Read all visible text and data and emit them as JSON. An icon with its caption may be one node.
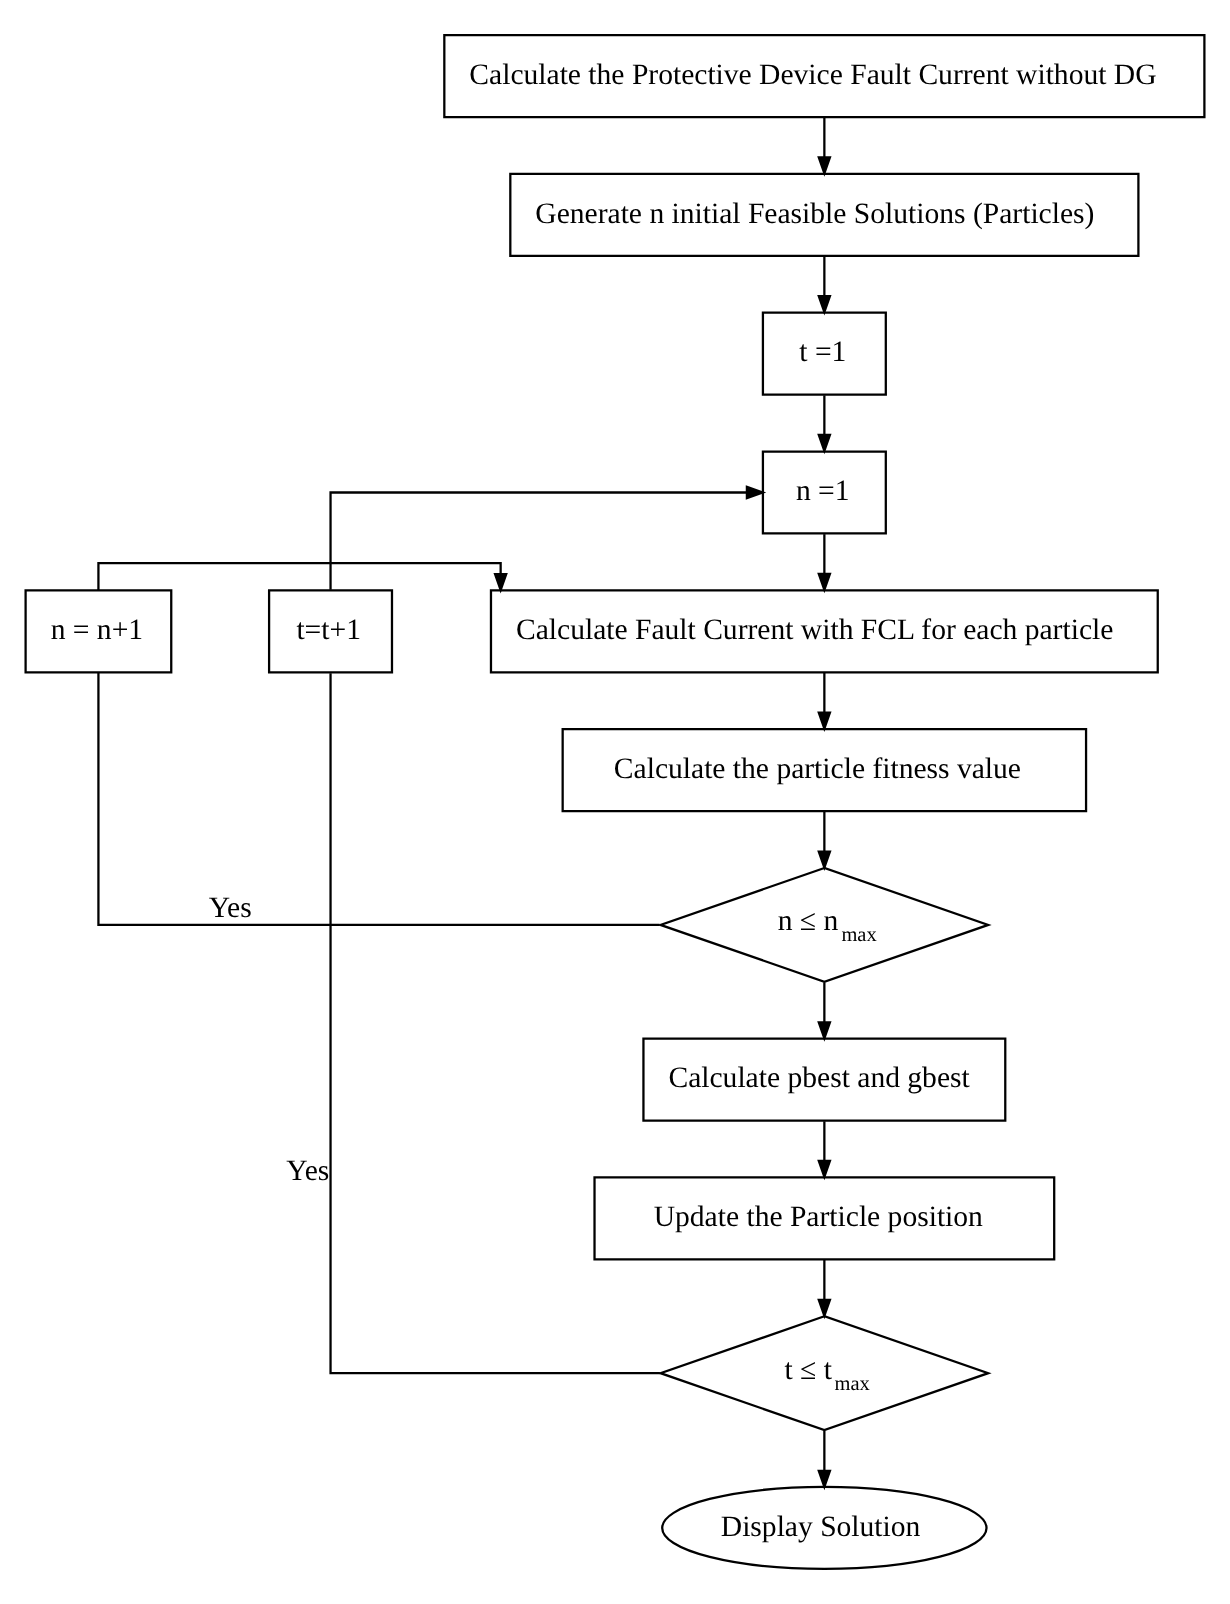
{
  "diagram": {
    "nodes": [
      {
        "text": [
          "Calculate the Protective Device Fault Current without DG"
        ]
      },
      {
        "text": [
          "Generate n initial Feasible Solutions (Particles)"
        ]
      },
      {
        "text": [
          "t =1"
        ]
      },
      {
        "text": [
          "n =1"
        ]
      },
      {
        "text": [
          "Calculate Fault Current with FCL for each particle"
        ]
      },
      {
        "text": [
          "Calculate the particle fitness value"
        ]
      },
      {
        "text": [
          "n ≤ n$_{max}$"
        ]
      },
      {
        "text": [
          "n = n+1"
        ]
      },
      {
        "text": [
          "Calculate pbest and gbest"
        ]
      },
      {
        "text": [
          "Update the Particle position"
        ]
      },
      {
        "text": [
          "t ≤ t$_{max}$"
        ]
      },
      {
        "text": [
          "t=t+1"
        ]
      },
      {
        "text": [
          "Display Solution"
        ]
      }
    ],
    "edges": [
      {
        "from": 0,
        "to": 1,
        "arrow": "to"
      },
      {
        "from": 1,
        "to": 2,
        "arrow": "to"
      },
      {
        "from": 2,
        "to": 3,
        "arrow": "to"
      },
      {
        "from": 3,
        "to": 4,
        "arrow": "to"
      },
      {
        "from": 4,
        "to": 5,
        "arrow": "to"
      },
      {
        "from": 5,
        "to": 6,
        "arrow": "to"
      },
      {
        "from": 6,
        "to": 7,
        "label": "Yes",
        "arrow": "none"
      },
      {
        "from": 7,
        "to": 4,
        "arrow": "to"
      },
      {
        "from": 6,
        "to": 8,
        "arrow": "to"
      },
      {
        "from": 8,
        "to": 9,
        "arrow": "to"
      },
      {
        "from": 9,
        "to": 10,
        "arrow": "to"
      },
      {
        "from": 10,
        "to": 11,
        "label": "Yes",
        "arrow": "none"
      },
      {
        "from": 11,
        "to": 3,
        "arrow": "to"
      },
      {
        "from": 10,
        "to": 12,
        "arrow": "to"
      }
    ]
  }
}
